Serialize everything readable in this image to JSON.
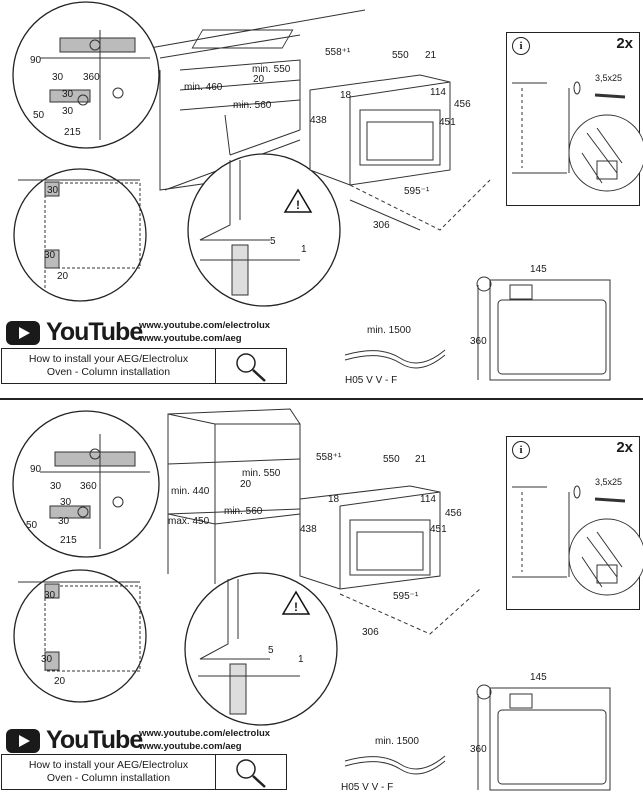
{
  "youtube": {
    "brand": "YouTube"
  },
  "links": {
    "electrolux": "www.youtube.com/electrolux",
    "aeg": "www.youtube.com/aeg"
  },
  "install_box": {
    "line1": "How to install your AEG/Electrolux",
    "line2": "Oven - Column installation"
  },
  "cable": {
    "min_label": "min. 1500",
    "type": "H05 V V - F"
  },
  "info": {
    "icon": "i",
    "multiplier": "2x",
    "screw": "3,5x25"
  },
  "dims_top": {
    "d90": "90",
    "d30a": "30",
    "d360": "360",
    "d30b": "30",
    "d50": "50",
    "d30c": "30",
    "d215": "215",
    "d30d": "30",
    "d30e": "30",
    "d20": "20",
    "min460": "min. 460",
    "min550": "min. 550",
    "min560": "min. 560",
    "d20b": "20",
    "d558": "558⁺¹",
    "d550": "550",
    "d21": "21",
    "d18": "18",
    "d114": "114",
    "d456": "456",
    "d438": "438",
    "d451": "451",
    "d595": "595⁻¹",
    "d306": "306",
    "d5": "5",
    "d1": "1",
    "d145": "145",
    "d360b": "360"
  },
  "dims_bottom": {
    "d90": "90",
    "d30a": "30",
    "d360": "360",
    "d30b": "30",
    "d50": "50",
    "d30c": "30",
    "d215": "215",
    "d30d": "30",
    "d30e": "30",
    "d20": "20",
    "min440": "min. 440",
    "max450": "max. 450",
    "min550": "min. 550",
    "min560": "min. 560",
    "d20b": "20",
    "d558": "558⁺¹",
    "d550": "550",
    "d21": "21",
    "d18": "18",
    "d114": "114",
    "d456": "456",
    "d438": "438",
    "d451": "451",
    "d595": "595⁻¹",
    "d306": "306",
    "d5": "5",
    "d1": "1",
    "d145": "145",
    "d360b": "360"
  }
}
